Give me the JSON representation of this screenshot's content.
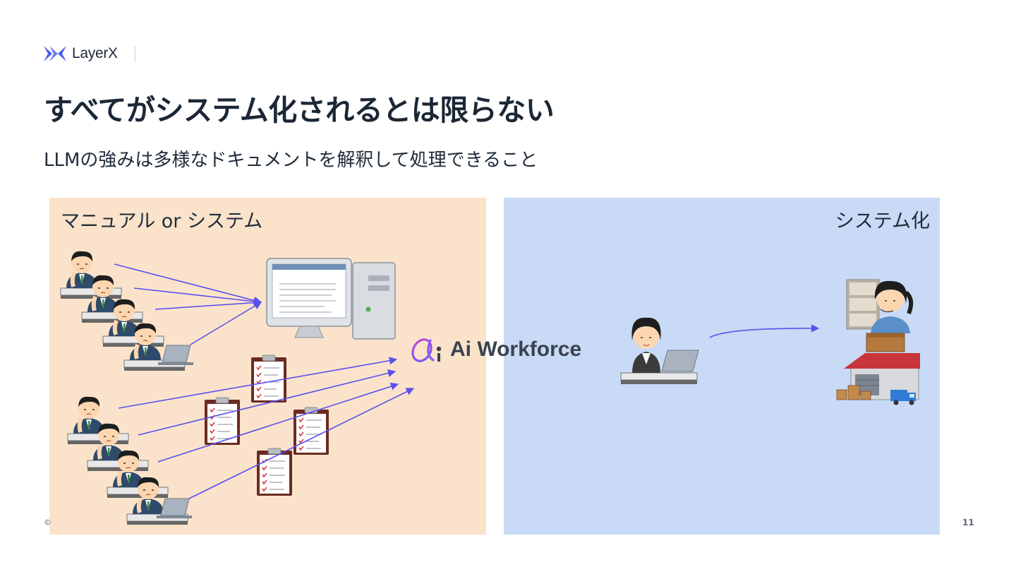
{
  "header": {
    "logo_text": "LayerX"
  },
  "slide": {
    "title": "すべてがシステム化されるとは限らない",
    "subtitle": "LLMの強みは多様なドキュメントを解釈して処理できること"
  },
  "left_panel": {
    "label": "マニュアル or システム"
  },
  "right_panel": {
    "label": "システム化"
  },
  "center": {
    "product_name": "Ai Workforce"
  },
  "footer": {
    "copyright": "©",
    "page_number": "11"
  },
  "colors": {
    "left_bg": "#fae3ca",
    "right_bg": "#c8daf5",
    "arrow": "#5a4ff0",
    "brand_accent": "#8a5cf5"
  }
}
